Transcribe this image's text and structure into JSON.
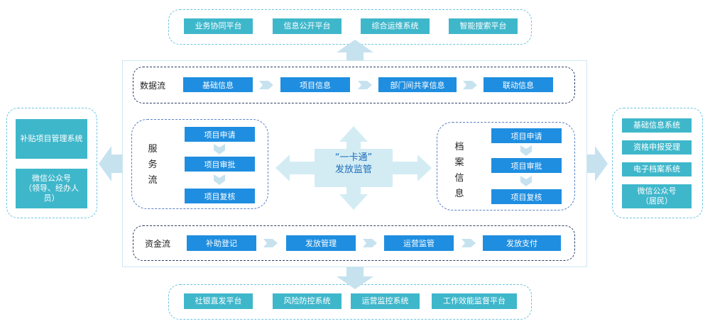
{
  "top_platforms": [
    "业务协同平台",
    "信息公开平台",
    "综合运维系统",
    "智能搜索平台"
  ],
  "bottom_platforms": [
    "社银直发平台",
    "风险防控系统",
    "运营监控系统",
    "工作效能监督平台"
  ],
  "left_panel": [
    "补贴项目管理系统",
    "微信公众号\n（领导、经办人员）"
  ],
  "right_panel": [
    "基础信息系统",
    "资格申报受理",
    "电子档案系统",
    "微信公众号\n（居民）"
  ],
  "data_flow": {
    "label": "数据流",
    "items": [
      "基础信息",
      "项目信息",
      "部门间共享信息",
      "联动信息"
    ]
  },
  "service_flow": {
    "label": "服务流",
    "items": [
      "项目申请",
      "项目审批",
      "项目复核"
    ]
  },
  "archive_flow": {
    "label": "档案信息",
    "items": [
      "项目申请",
      "项目审批",
      "项目复核"
    ]
  },
  "fund_flow": {
    "label": "资金流",
    "items": [
      "补助登记",
      "发放管理",
      "运营监管",
      "发放支付"
    ]
  },
  "center": {
    "line1": "“一卡通”",
    "line2": "发放监管"
  },
  "colors": {
    "teal": "#3fb7cb",
    "blue": "#1f8ee0",
    "arrow": "#c6e2ef",
    "center_arrow": "#d3ecf4"
  }
}
